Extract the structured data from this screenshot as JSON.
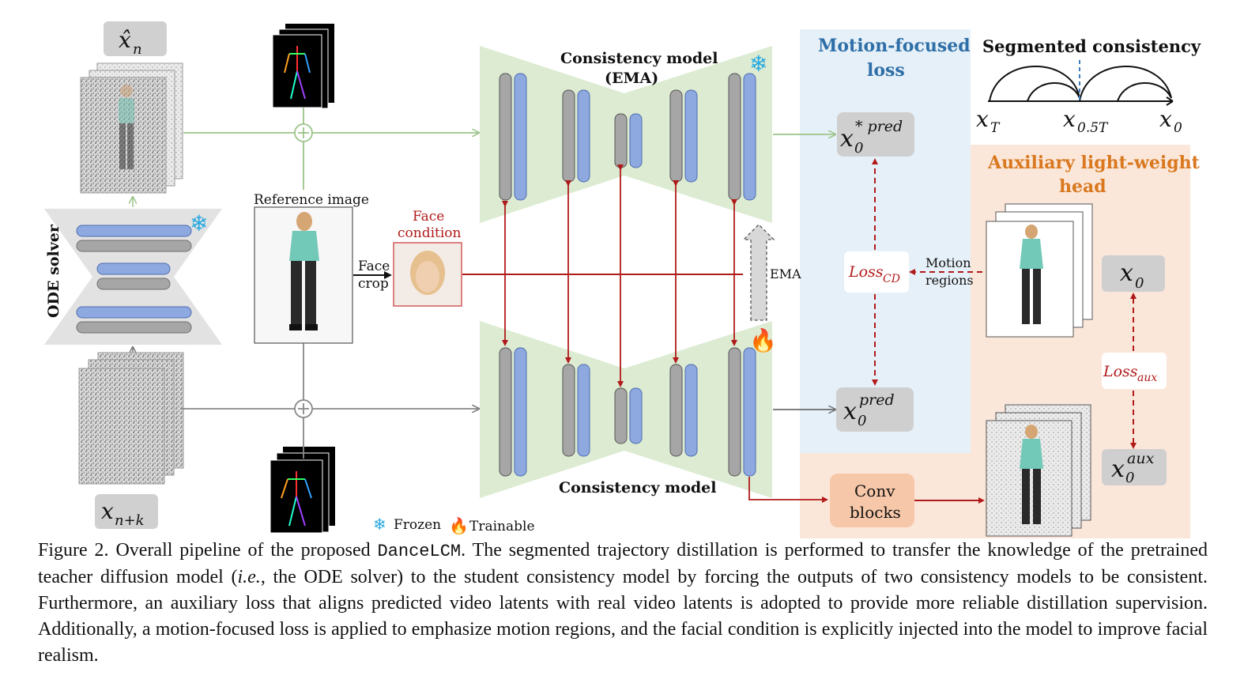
{
  "labels": {
    "x_hat_n": "x̂",
    "x_hat_n_sub": "n",
    "x_n_plus_k": "x",
    "x_n_plus_k_sub": "n+k",
    "ode_solver": "ODE solver",
    "reference_image": "Reference image",
    "face_crop_1": "Face",
    "face_crop_2": "crop",
    "face_condition_1": "Face",
    "face_condition_2": "condition",
    "cm_ema_1": "Consistency model",
    "cm_ema_2": "(EMA)",
    "cm_student": "Consistency model",
    "ema": "EMA",
    "frozen": "Frozen",
    "trainable": "Trainable",
    "motion_loss_1": "Motion-focused",
    "motion_loss_2": "loss",
    "loss_cd": "Loss",
    "loss_cd_sub": "CD",
    "motion_regions_1": "Motion",
    "motion_regions_2": "regions",
    "x0_star_pred": "x",
    "x0_star_pred_sup": "* pred",
    "x0_star_pred_sub": "0",
    "x0_pred": "x",
    "x0_pred_sup": "pred",
    "x0_pred_sub": "0",
    "segmented_consistency": "Segmented consistency",
    "xT": "x",
    "xT_sub": "T",
    "x05T": "x",
    "x05T_sub": "0.5T",
    "x0_axis": "x",
    "x0_axis_sub": "0",
    "aux_head_1": "Auxiliary light-weight",
    "aux_head_2": "head",
    "x0_box": "x",
    "x0_box_sub": "0",
    "loss_aux": "Loss",
    "loss_aux_sub": "aux",
    "x0_aux": "x",
    "x0_aux_sup": "aux",
    "x0_aux_sub": "0",
    "conv_blocks_1": "Conv",
    "conv_blocks_2": "blocks"
  },
  "caption": {
    "p1": "Figure 2.  Overall pipeline of the proposed ",
    "method": "DanceLCM",
    "p2": ". The segmented trajectory distillation is performed to transfer the knowledge of the pretrained teacher diffusion model (",
    "ie": "i.e.",
    "p3": ", the ODE solver) to the student consistency model by forcing the outputs of two consistency models to be consistent. Furthermore, an auxiliary loss that aligns predicted video latents with real video latents is adopted to provide more reliable distillation supervision.  Additionally, a motion-focused loss is applied to emphasize motion regions, and the facial condition is explicitly injected into the model to improve facial realism."
  },
  "colors": {
    "blue_block": "#8ea9e0",
    "gray_block": "#a6a6a6",
    "green_bg": "#dcebd2",
    "motion_panel": "#e6f0f8",
    "aux_panel": "#fbe7da",
    "red_arrow": "#b11a1a",
    "conv_box": "#f6c7a8"
  }
}
